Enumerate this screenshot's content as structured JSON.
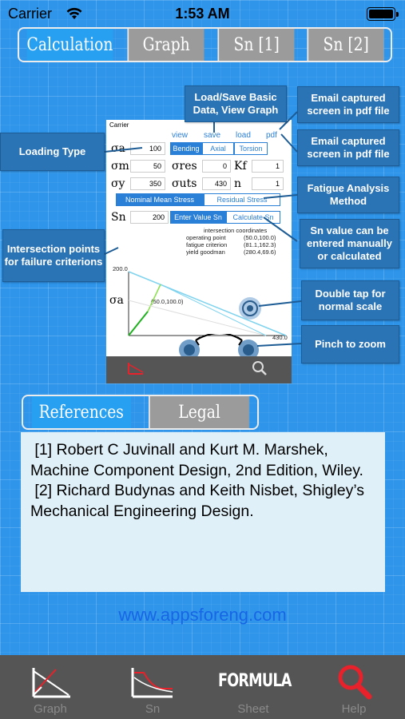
{
  "status_bar": {
    "carrier": "Carrier",
    "time": "1:53 AM"
  },
  "top_tabs": [
    {
      "label": "Calculation",
      "active": true
    },
    {
      "label": "Graph",
      "active": false
    },
    {
      "label": "Sn [1]",
      "active": false
    },
    {
      "label": "Sn [2]",
      "active": false
    }
  ],
  "callouts": {
    "load_save": "Load/Save Basic Data, View Graph",
    "email_1": "Email captured screen in pdf file",
    "email_2": "Email captured screen in pdf file",
    "loading_type": "Loading Type",
    "fatigue_method": "Fatigue Analysis Method",
    "sn_value": "Sn value can be entered manually or calculated",
    "intersection": "Intersection points for failure criterions",
    "double_tap": "Double tap for normal scale",
    "pinch": "Pinch to zoom"
  },
  "preview": {
    "carrier": "Carrier",
    "menu": [
      "view",
      "save",
      "load",
      "pdf"
    ],
    "loading_buttons": [
      "Bending",
      "Axial",
      "Torsion"
    ],
    "values": {
      "sa": "100",
      "sm": "50",
      "sres": "0",
      "kf": "1",
      "sy": "350",
      "suts": "430",
      "n": "1",
      "sn": "200"
    },
    "method_buttons": [
      "Nominal Mean Stress",
      "Residual Stress"
    ],
    "sn_buttons": [
      "Enter Value Sn",
      "Calculate Sn"
    ],
    "coords": {
      "header": "intersection coordinates",
      "rows": [
        {
          "label": "operating point",
          "value": "(50.0,100.0)"
        },
        {
          "label": "fatigue criterion",
          "value": "(81.1,162.3)"
        },
        {
          "label": "yield goodman",
          "value": "(280.4,69.6)"
        }
      ]
    },
    "graph": {
      "y_max": "200.0",
      "x_max": "430.0",
      "point_label": "(50.0,100.0)"
    }
  },
  "bottom_tabs": [
    {
      "label": "References",
      "active": true
    },
    {
      "label": "Legal",
      "active": false
    }
  ],
  "references": [
    " [1] Robert C Juvinall and Kurt M. Marshek, Machine Component Design, 2nd Edition, Wiley.",
    " [2] Richard Budynas and Keith Nisbet, Shigley’s Mechanical Engineering Design."
  ],
  "website": "www.appsforeng.com",
  "tabbar": [
    {
      "label": "Graph",
      "icon": "graph-icon",
      "active": false
    },
    {
      "label": "Sn",
      "icon": "sn-curve-icon",
      "active": false
    },
    {
      "label": "Sheet",
      "icon": "formula-sheet-icon",
      "icon_text": "FORMULA",
      "active": false
    },
    {
      "label": "Help",
      "icon": "search-icon",
      "active": true
    }
  ],
  "colors": {
    "accent": "#27a0f2",
    "inactive_segment": "#9b9b9b",
    "callout": "#2a73b5",
    "tabbar": "#555555",
    "active_tab": "#e8212a",
    "link": "#1666e6"
  }
}
